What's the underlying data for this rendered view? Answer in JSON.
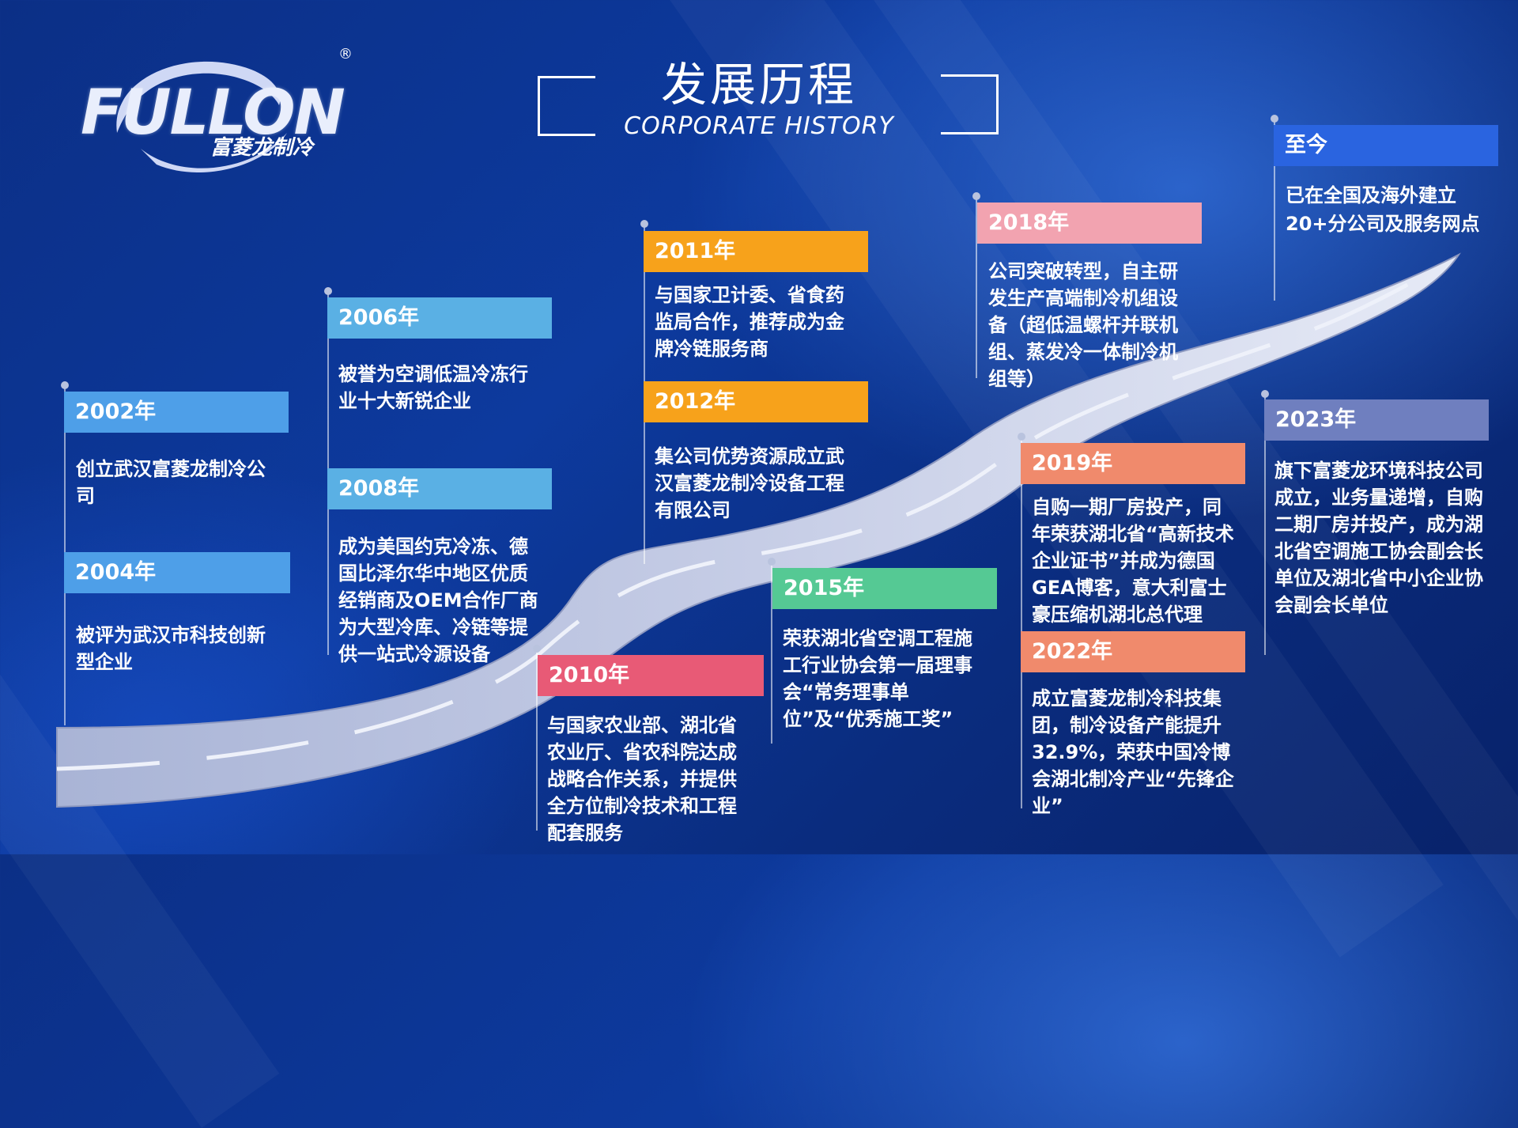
{
  "logo": {
    "text": "FULLON",
    "cn": "富菱龙制冷",
    "reg": "®"
  },
  "title": {
    "cn": "发展历程",
    "en": "CORPORATE HISTORY"
  },
  "colors": {
    "blue": "#5ab0e4",
    "lightblue": "#4e9fe8",
    "orange": "#f7a21b",
    "red": "#e85a76",
    "green": "#55c994",
    "pink": "#f2a3b0",
    "coral": "#f08a6c",
    "slate": "#6f7fbf",
    "royal": "#2a64e0"
  },
  "milestones": [
    {
      "year": "2002年",
      "text": "创立武汉富菱龙制冷公司"
    },
    {
      "year": "2004年",
      "text": "被评为武汉市科技创新型企业"
    },
    {
      "year": "2006年",
      "text": "被誉为空调低温冷冻行业十大新锐企业"
    },
    {
      "year": "2008年",
      "text": "成为美国约克冷冻、德国比泽尔华中地区优质经销商及OEM合作厂商为大型冷库、冷链等提供一站式冷源设备"
    },
    {
      "year": "2010年",
      "text": "与国家农业部、湖北省农业厅、省农科院达成战略合作关系，并提供全方位制冷技术和工程配套服务"
    },
    {
      "year": "2011年",
      "text": "与国家卫计委、省食药监局合作，推荐成为金牌冷链服务商"
    },
    {
      "year": "2012年",
      "text": "集公司优势资源成立武汉富菱龙制冷设备工程有限公司"
    },
    {
      "year": "2015年",
      "text": "荣获湖北省空调工程施工行业协会第一届理事会“常务理事单位”及“优秀施工奖”"
    },
    {
      "year": "2018年",
      "text": "公司突破转型，自主研发生产高端制冷机组设备（超低温螺杆并联机组、蒸发冷一体制冷机组等）"
    },
    {
      "year": "2019年",
      "text": "自购一期厂房投产，同年荣获湖北省“高新技术企业证书”并成为德国GEA博客，意大利富士豪压缩机湖北总代理"
    },
    {
      "year": "2022年",
      "text": "成立富菱龙制冷科技集团，制冷设备产能提升32.9%，荣获中国冷博会湖北制冷产业“先锋企业”"
    },
    {
      "year": "2023年",
      "text": "旗下富菱龙环境科技公司成立，业务量递增，自购二期厂房并投产，成为湖北省空调施工协会副会长单位及湖北省中小企业协会副会长单位"
    },
    {
      "year": "至今",
      "text_a": "已在全国及海外建立",
      "text_b": "20+分公司及服务网点"
    }
  ]
}
